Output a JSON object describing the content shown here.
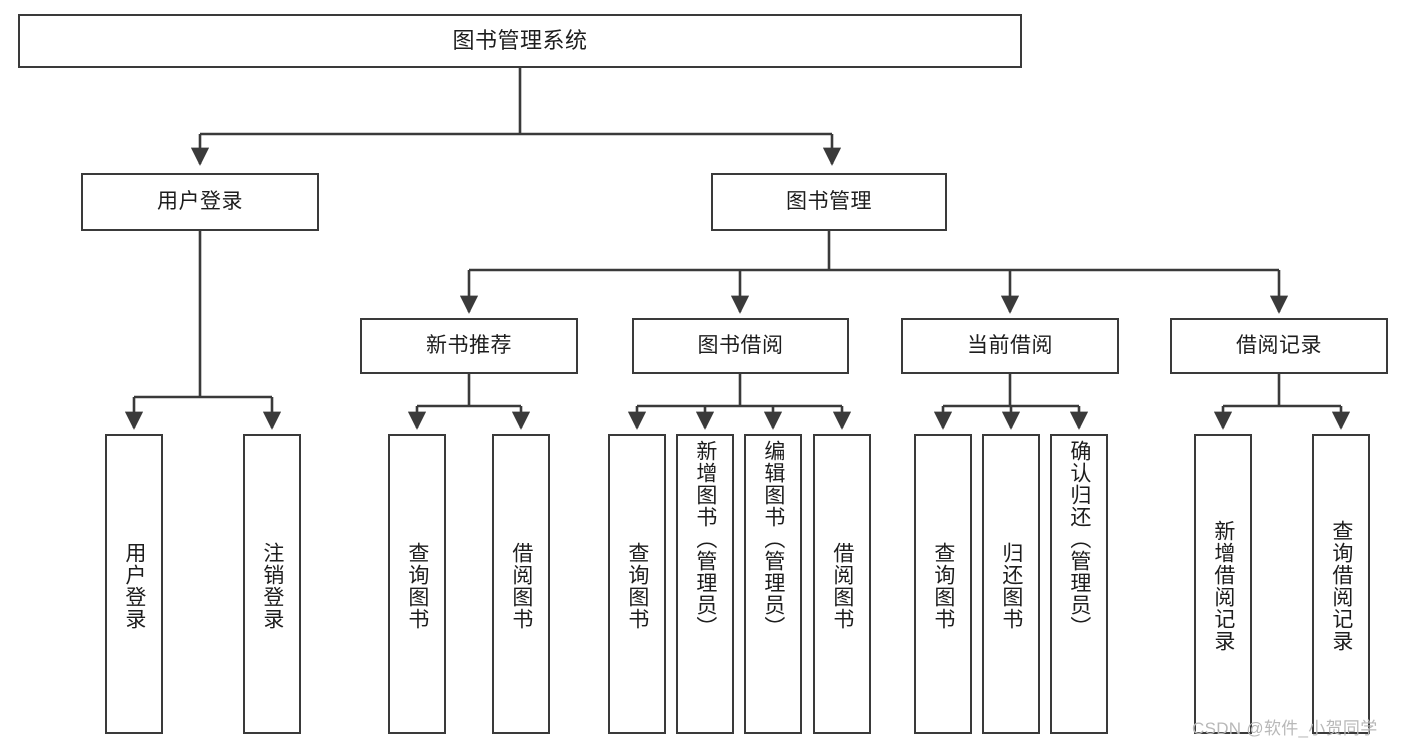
{
  "diagram": {
    "type": "tree-hierarchy",
    "title": "图书管理系统",
    "root": {
      "label": "图书管理系统"
    },
    "level2": [
      {
        "label": "用户登录"
      },
      {
        "label": "图书管理"
      }
    ],
    "level3": [
      {
        "label": "新书推荐"
      },
      {
        "label": "图书借阅"
      },
      {
        "label": "当前借阅"
      },
      {
        "label": "借阅记录"
      }
    ],
    "leaves": {
      "user_login": [
        {
          "label": "用户登录"
        },
        {
          "label": "注销登录"
        }
      ],
      "new_book_recommend": [
        {
          "label": "查询图书"
        },
        {
          "label": "借阅图书"
        }
      ],
      "book_borrow": [
        {
          "label": "查询图书"
        },
        {
          "label": "新增图书（管理员）"
        },
        {
          "label": "编辑图书（管理员）"
        },
        {
          "label": "借阅图书"
        }
      ],
      "current_borrow": [
        {
          "label": "查询图书"
        },
        {
          "label": "归还图书"
        },
        {
          "label": "确认归还（管理员）"
        }
      ],
      "borrow_record": [
        {
          "label": "新增借阅记录"
        },
        {
          "label": "查询借阅记录"
        }
      ]
    },
    "watermark": "CSDN @软件_小贺同学",
    "colors": {
      "stroke": "#3a3a3a",
      "fill": "#ffffff",
      "text": "#1d1d1d",
      "watermark": "#b8b8b8"
    }
  }
}
